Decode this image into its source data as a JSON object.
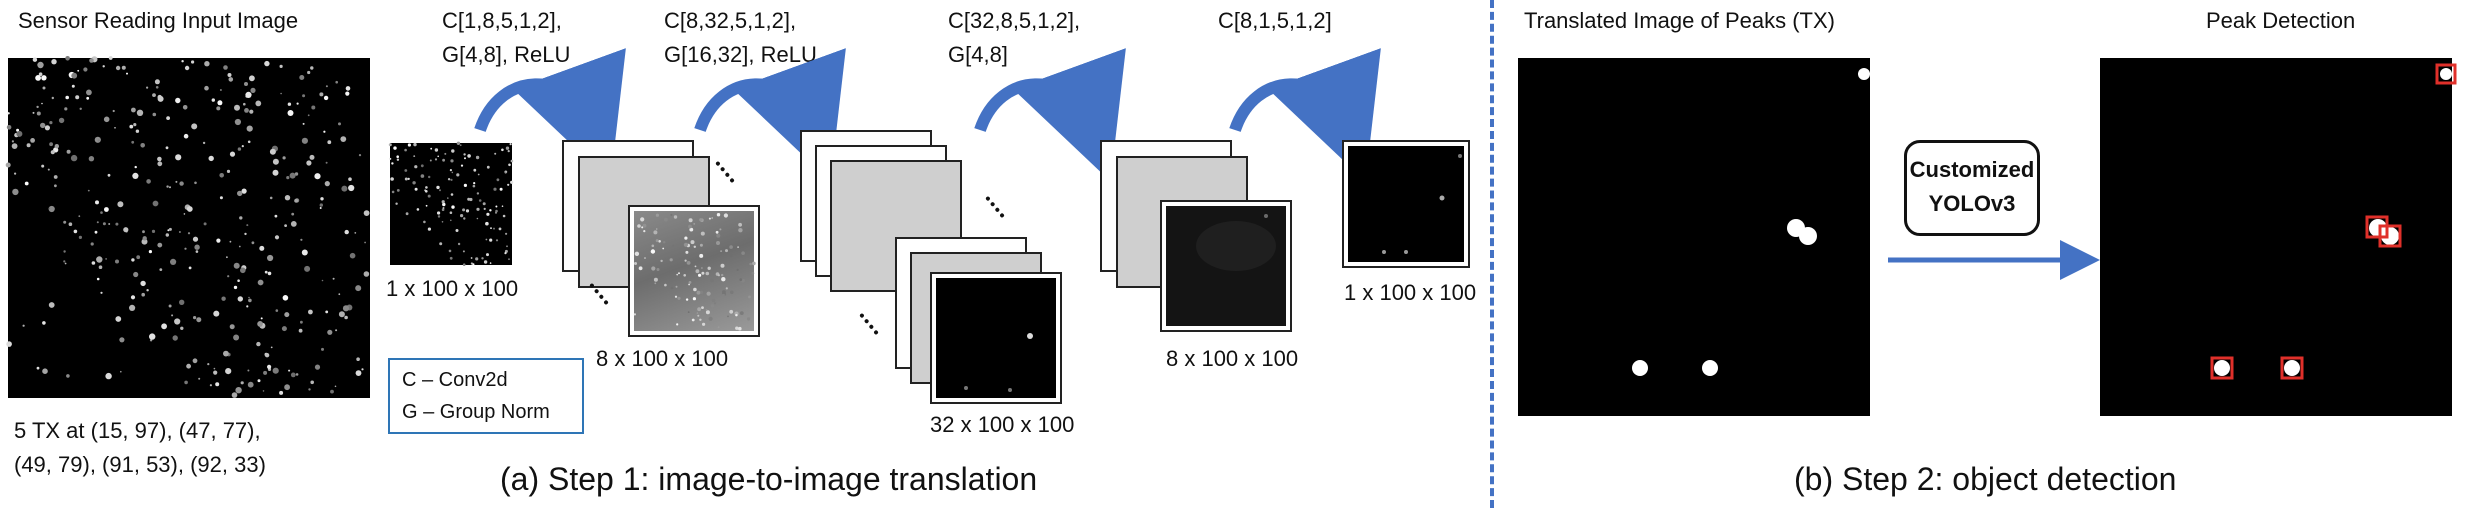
{
  "step1": {
    "input_title": "Sensor Reading Input Image",
    "tx_caption_line1": "5 TX at (15, 97), (47, 77),",
    "tx_caption_line2": "(49, 79), (91, 53), (92, 33)",
    "layers": [
      {
        "line1": "C[1,8,5,1,2],",
        "line2": "G[4,8], ReLU"
      },
      {
        "line1": "C[8,32,5,1,2],",
        "line2": "G[16,32], ReLU"
      },
      {
        "line1": "C[32,8,5,1,2],",
        "line2": "G[4,8]"
      },
      {
        "line1": "C[8,1,5,1,2]",
        "line2": ""
      }
    ],
    "shapes": [
      "1 x 100 x 100",
      "8 x 100 x 100",
      "32 x 100 x 100",
      "8 x 100 x 100",
      "1 x 100 x 100"
    ],
    "legend": {
      "line1": "C – Conv2d",
      "line2": "G – Group Norm"
    },
    "caption": "(a) Step 1: image-to-image translation"
  },
  "step2": {
    "translated_title": "Translated Image of Peaks (TX)",
    "detector_line1": "Customized",
    "detector_line2": "YOLOv3",
    "detection_title": "Peak Detection",
    "caption": "(b) Step 2: object detection"
  },
  "colors": {
    "arrow": "#4472c4",
    "legend_border": "#2e75b6",
    "box": "#e0302a",
    "divider": "#4472c4"
  }
}
